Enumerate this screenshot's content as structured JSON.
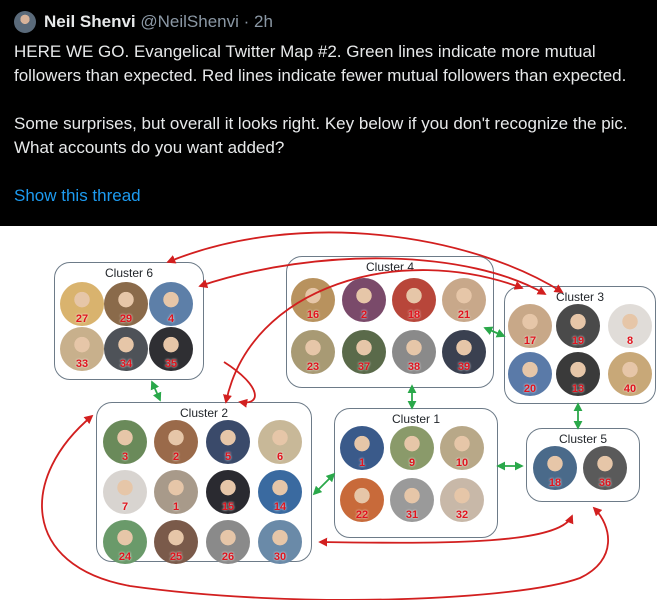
{
  "tweet": {
    "author_name": "Neil Shenvi",
    "handle": "@NeilShenvi",
    "separator": "·",
    "time": "2h",
    "paragraph1": "HERE WE GO. Evangelical Twitter Map #2. Green lines indicate more mutual followers than expected. Red lines indicate fewer mutual followers than expected.",
    "paragraph2": "Some surprises, but overall it looks right. Key below if you don't recognize the pic. What accounts do you want added?",
    "show_thread": "Show this thread"
  },
  "map": {
    "link_colors": {
      "green": "#2aa84a",
      "red": "#d21f1f"
    },
    "clusters": [
      {
        "title": "Cluster 6",
        "members": [
          {
            "number": "27",
            "color": "#d9b36e"
          },
          {
            "number": "29",
            "color": "#8a6a4a"
          },
          {
            "number": "4",
            "color": "#5d7fa8"
          },
          {
            "number": "33",
            "color": "#c8b08c"
          },
          {
            "number": "34",
            "color": "#4e5258"
          },
          {
            "number": "35",
            "color": "#2f2f33"
          }
        ]
      },
      {
        "title": "Cluster 4",
        "members": [
          {
            "number": "16",
            "color": "#b8925e"
          },
          {
            "number": "2",
            "color": "#7a4a6a"
          },
          {
            "number": "18",
            "color": "#b8463a"
          },
          {
            "number": "21",
            "color": "#c8a88a"
          },
          {
            "number": "23",
            "color": "#a89a74"
          },
          {
            "number": "37",
            "color": "#5a6a4a"
          },
          {
            "number": "38",
            "color": "#8a8a8a"
          },
          {
            "number": "39",
            "color": "#3a4050"
          }
        ]
      },
      {
        "title": "Cluster 3",
        "members": [
          {
            "number": "17",
            "color": "#c8a888"
          },
          {
            "number": "19",
            "color": "#4a4a4a"
          },
          {
            "number": "8",
            "color": "#e0dcd8"
          },
          {
            "number": "20",
            "color": "#5a7aa8"
          },
          {
            "number": "13",
            "color": "#3a3a3a"
          },
          {
            "number": "40",
            "color": "#c8a878"
          }
        ]
      },
      {
        "title": "Cluster 2",
        "members": [
          {
            "number": "3",
            "color": "#6a8a5a"
          },
          {
            "number": "2",
            "color": "#9a6a4a"
          },
          {
            "number": "5",
            "color": "#3a4a6a"
          },
          {
            "number": "6",
            "color": "#c8b898"
          },
          {
            "number": "7",
            "color": "#d8d4d0"
          },
          {
            "number": "1",
            "color": "#a89a8a"
          },
          {
            "number": "15",
            "color": "#2a2a30"
          },
          {
            "number": "14",
            "color": "#3a6aa0"
          },
          {
            "number": "24",
            "color": "#6a9a6a"
          },
          {
            "number": "25",
            "color": "#7a5a4a"
          },
          {
            "number": "26",
            "color": "#8a8a8a"
          },
          {
            "number": "30",
            "color": "#6a8aa8"
          }
        ]
      },
      {
        "title": "Cluster 1",
        "members": [
          {
            "number": "1",
            "color": "#3a5a8a"
          },
          {
            "number": "9",
            "color": "#8a9a6a"
          },
          {
            "number": "10",
            "color": "#b8a888"
          },
          {
            "number": "22",
            "color": "#c86a3a"
          },
          {
            "number": "31",
            "color": "#9a9a9a"
          },
          {
            "number": "32",
            "color": "#c8b8a8"
          }
        ]
      },
      {
        "title": "Cluster 5",
        "members": [
          {
            "number": "18",
            "color": "#4a6a8a"
          },
          {
            "number": "36",
            "color": "#5a5a5a"
          }
        ]
      }
    ]
  }
}
